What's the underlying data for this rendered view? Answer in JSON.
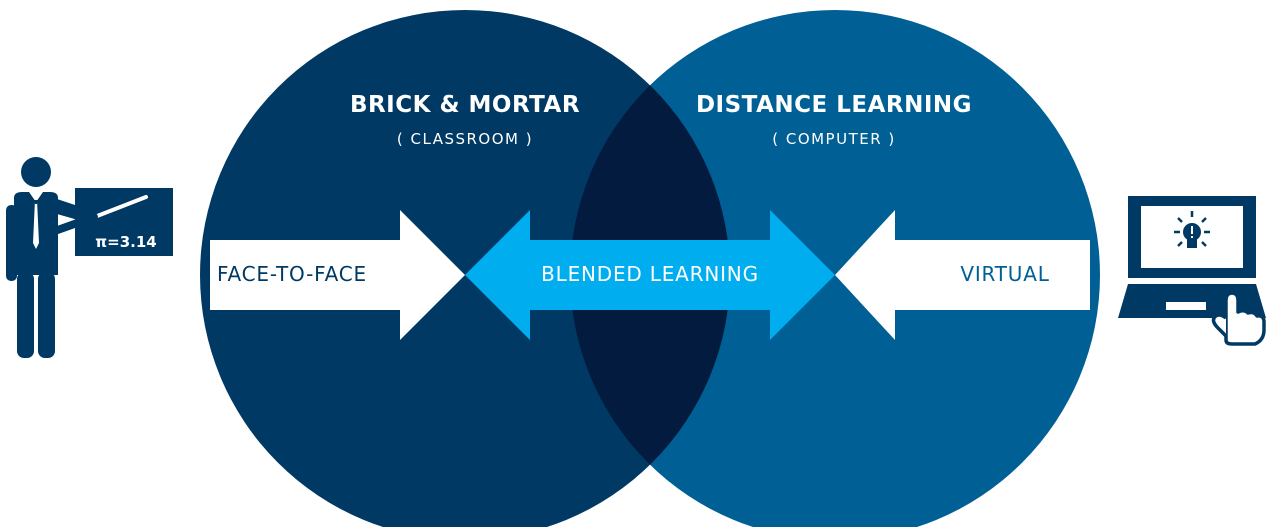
{
  "colors": {
    "left_circle": "#003a64",
    "right_circle": "#005f94",
    "overlap": "#021b3f",
    "center_arrow": "#00adef",
    "side_arrow": "#ffffff",
    "left_arrow_text": "#003a64",
    "right_arrow_text": "#005f94",
    "icon": "#003a64"
  },
  "left_circle": {
    "title": "BRICK & MORTAR",
    "subtitle": "( CLASSROOM )"
  },
  "right_circle": {
    "title": "DISTANCE LEARNING",
    "subtitle": "( COMPUTER )"
  },
  "arrows": {
    "left": "FACE-TO-FACE",
    "center": "BLENDED LEARNING",
    "right": "VIRTUAL"
  },
  "icons": {
    "teacher": {
      "name": "teacher-at-board-icon",
      "board_text": "π=3.14"
    },
    "laptop": {
      "name": "laptop-with-lightbulb-icon"
    }
  }
}
